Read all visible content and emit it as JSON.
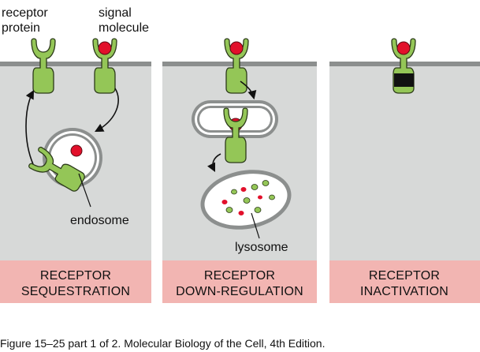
{
  "labels": {
    "receptor_protein": [
      "receptor",
      "protein"
    ],
    "signal_molecule": [
      "signal",
      "molecule"
    ],
    "endosome": "endosome",
    "lysosome": "lysosome"
  },
  "panels": [
    {
      "title": [
        "RECEPTOR",
        "SEQUESTRATION"
      ]
    },
    {
      "title": [
        "RECEPTOR",
        "DOWN-REGULATION"
      ]
    },
    {
      "title": [
        "RECEPTOR",
        "INACTIVATION"
      ]
    }
  ],
  "caption": "Figure 15–25 part 1 of 2. Molecular Biology of the Cell, 4th Edition.",
  "colors": {
    "cytoplasm": "#d7d9d8",
    "membrane": "#8c8f8e",
    "receptor": "#94c657",
    "receptor_outline": "#2c3a1a",
    "signal": "#e2102b",
    "title_box": "#f2b5b2",
    "inhibitor": "#111111"
  },
  "icons": [
    "receptor-protein-icon",
    "signal-molecule-icon",
    "endosome-vesicle-icon",
    "lysosome-vesicle-icon",
    "inhibitor-block-icon",
    "arrow-icon"
  ]
}
